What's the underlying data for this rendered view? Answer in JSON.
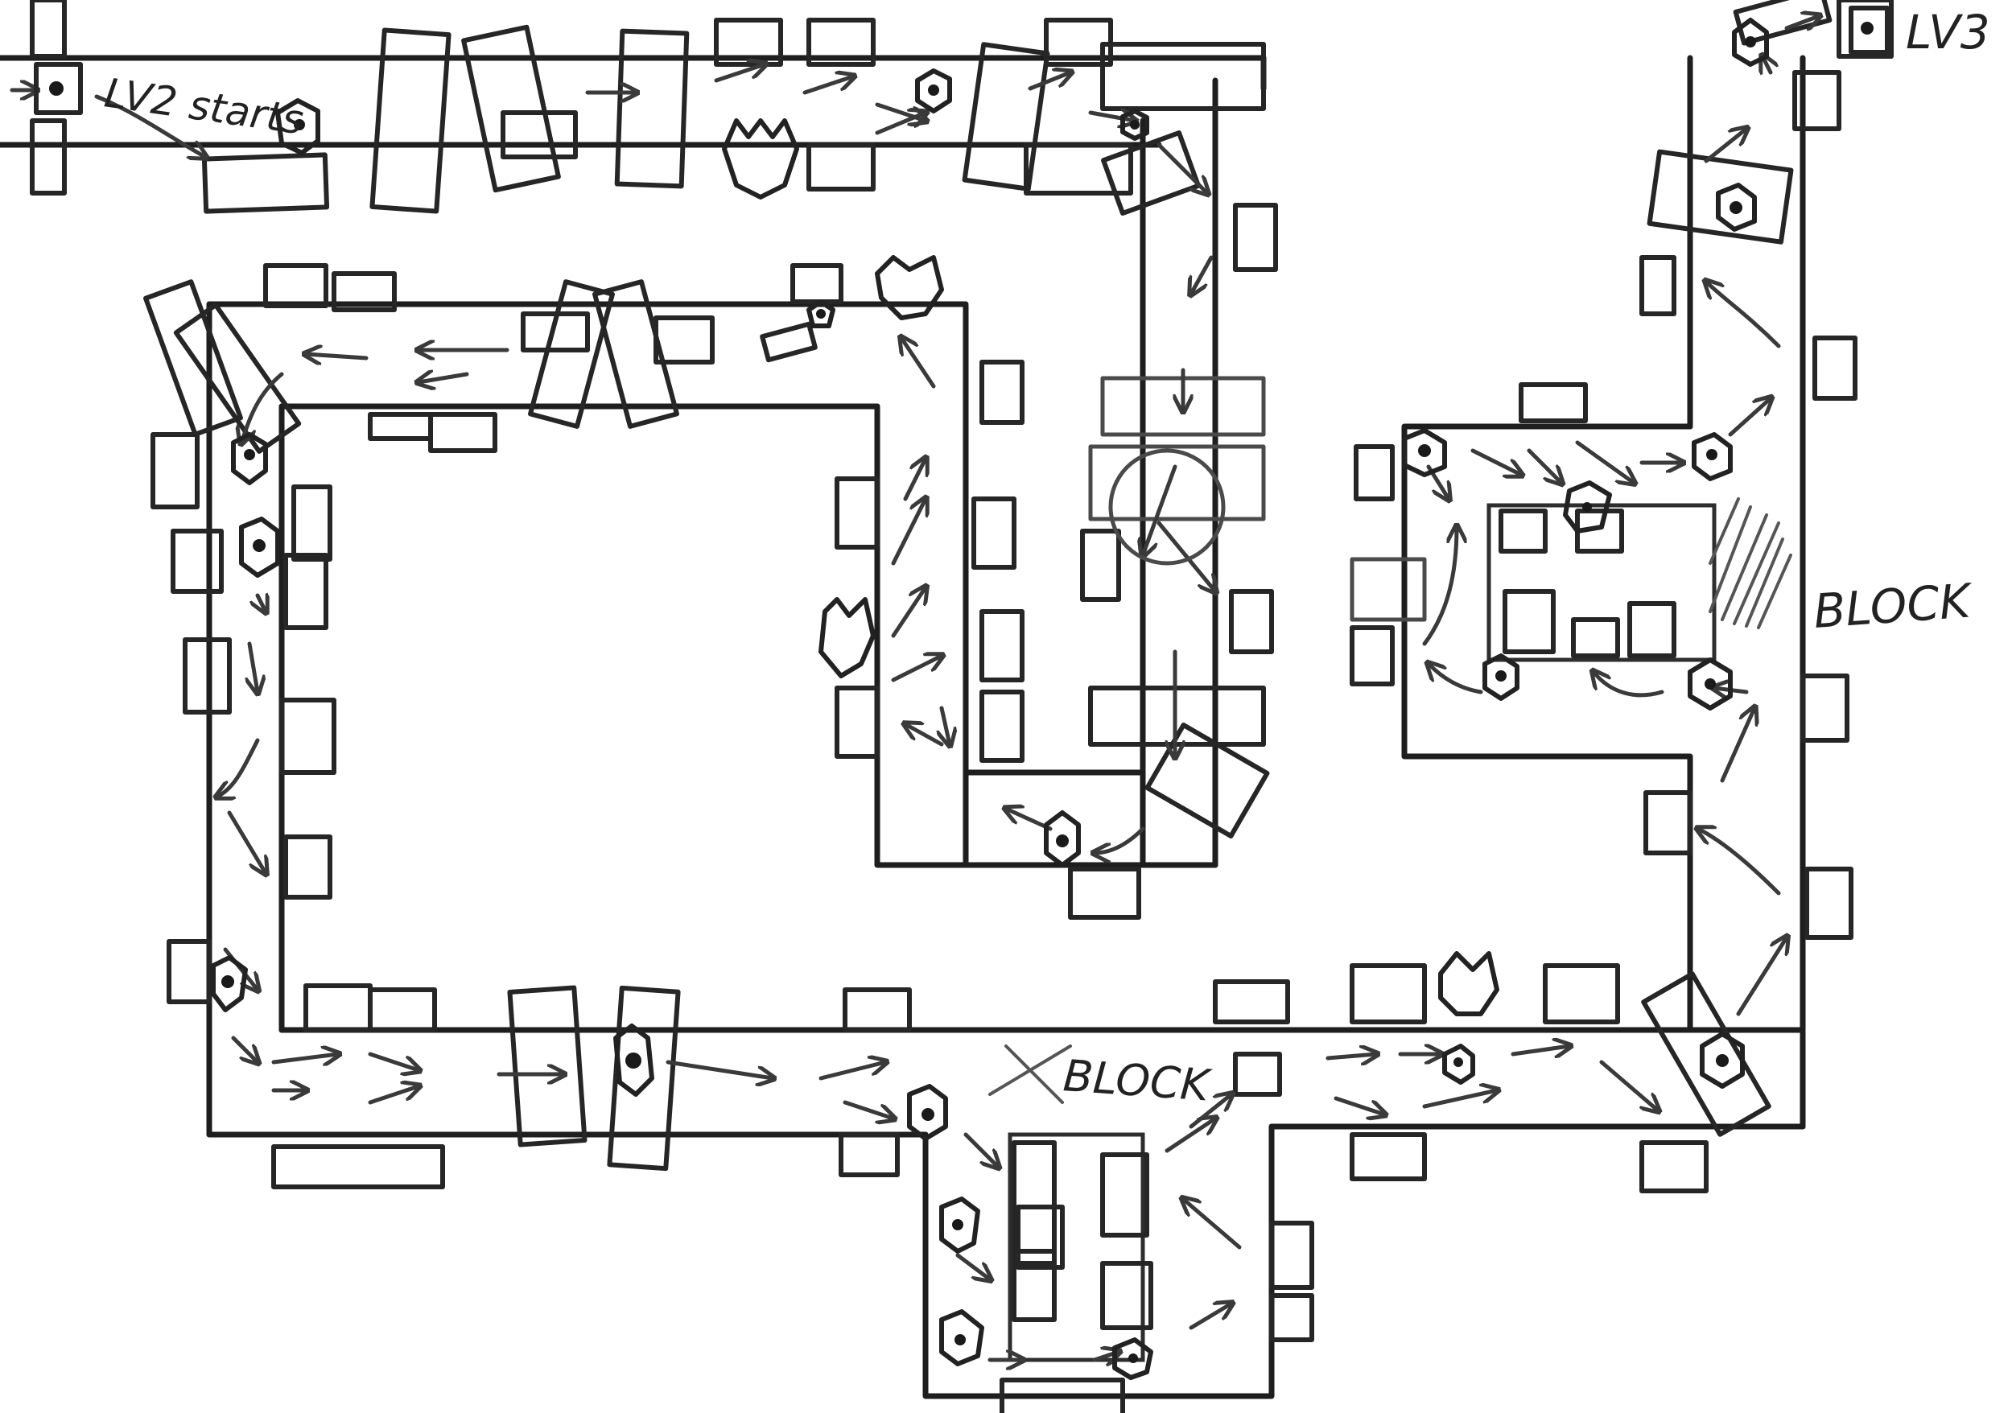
{
  "labels": {
    "start": "LV2 starts",
    "end": "LV3",
    "block_right": "BLOCK",
    "block_bottom": "BLOCK"
  }
}
